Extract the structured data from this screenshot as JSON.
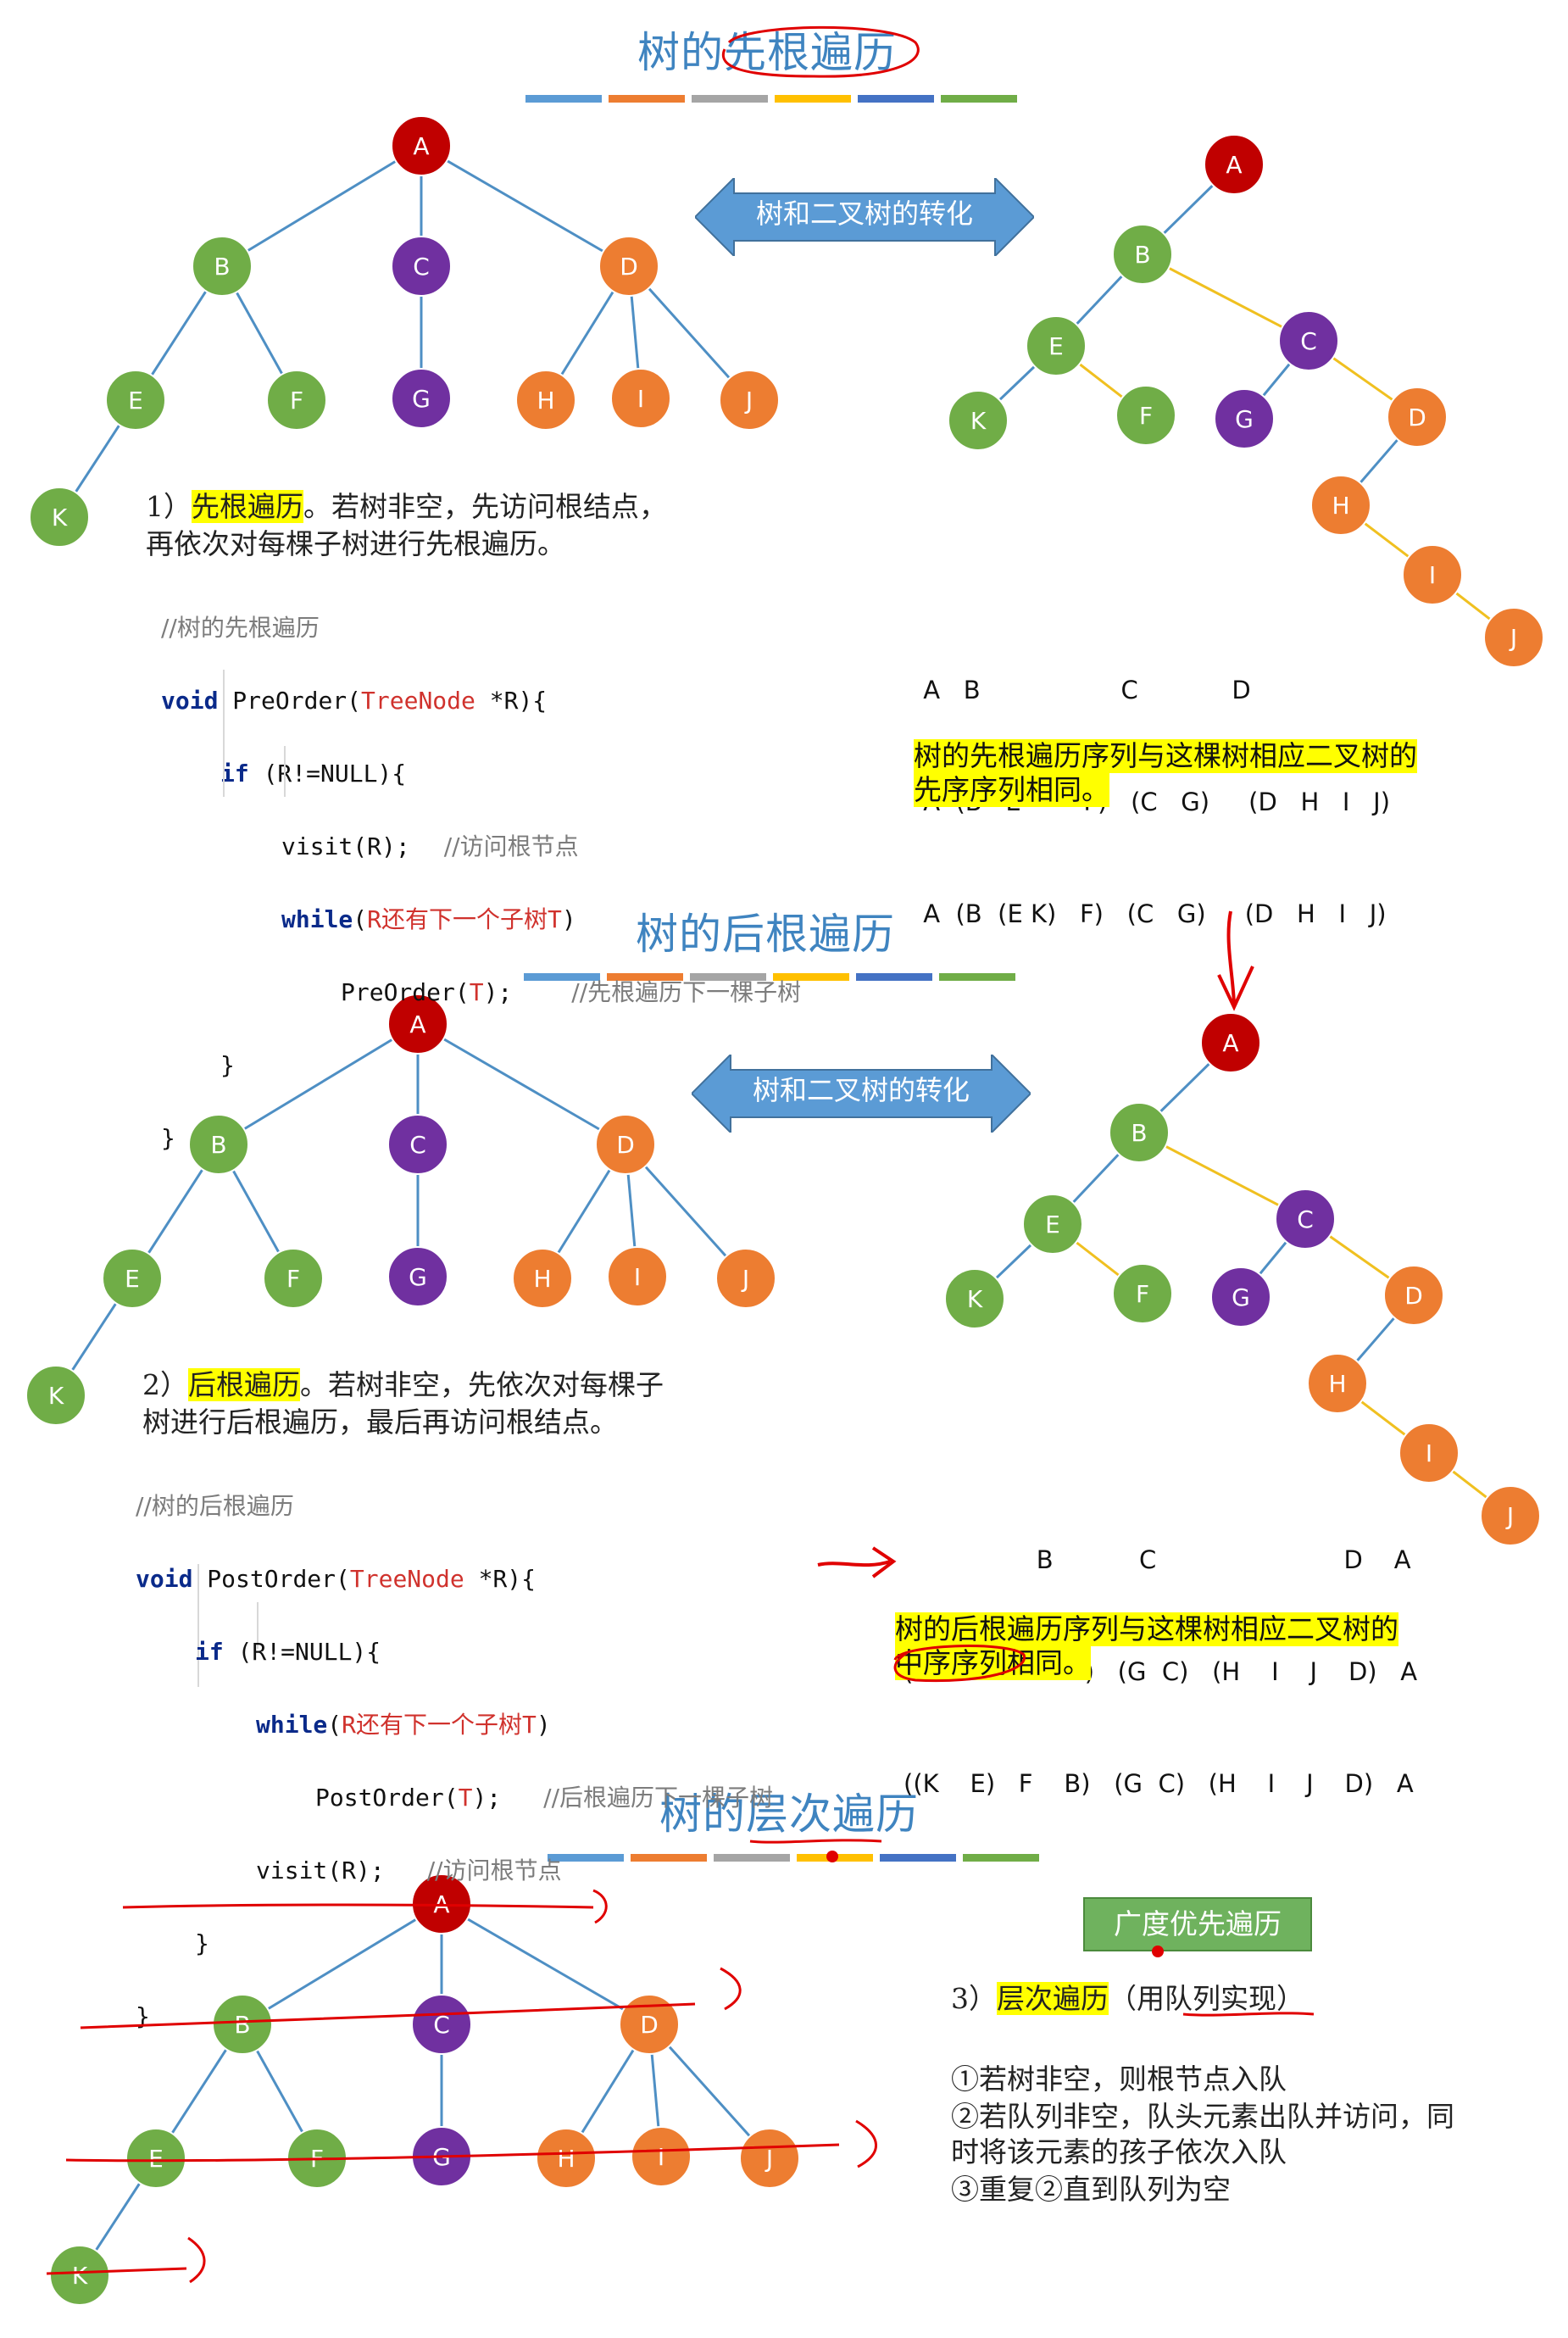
{
  "colors": {
    "node_A": "#c00000",
    "node_B": "#70ad47",
    "node_C": "#7030a0",
    "node_D": "#ed7d31",
    "edge_tree": "#4e8fc4",
    "edge_binary_sibling": "#f0c020",
    "title": "#3f84c0",
    "highlight": "#ffff00",
    "ink": "#e00000",
    "palette_bar": [
      "#5b9bd5",
      "#ed7d31",
      "#a5a5a5",
      "#ffc000",
      "#4472c4",
      "#70ad47"
    ]
  },
  "sections": {
    "preorder": {
      "title": "树的先根遍历",
      "conversion_label": "树和二叉树的转化",
      "desc_num": "1）",
      "desc_hl": "先根遍历",
      "desc_rest1": "。若树非空，先访问根结点，",
      "desc_line2": "再依次对每棵子树进行先根遍历。",
      "code": {
        "comment_title": "//树的先根遍历",
        "kw_void": "void",
        "fn": " PreOrder(",
        "type": "TreeNode",
        "params": " *R){",
        "kw_if": "if",
        "cond": " (R!=NULL){",
        "visit": "visit(R);",
        "visit_comment": "//访问根节点",
        "kw_while": "while",
        "while_open": "(",
        "while_cond": "R还有下一个子树T",
        "while_close": ")",
        "recurse": "PreOrder(",
        "recurse_arg": "T",
        "recurse_end": ");",
        "recurse_comment": "//先根遍历下一棵子树",
        "close_inner": "}",
        "close_outer": "}"
      },
      "sequence_lines": [
        " A   B                  C            D",
        " A  (B   E        F)   (C   G)     (D   H   I   J)",
        " A  (B  (E K)   F)   (C   G)     (D   H   I   J)"
      ],
      "note_line1": "树的先根遍历序列与这棵树相应二叉树的",
      "note_line2": "先序序列相同。"
    },
    "postorder": {
      "title": "树的后根遍历",
      "conversion_label": "树和二叉树的转化",
      "desc_num": "2）",
      "desc_hl": "后根遍历",
      "desc_rest1": "。若树非空，先依次对每棵子",
      "desc_line2": "树进行后根遍历，最后再访问根结点。",
      "code": {
        "comment_title": "//树的后根遍历",
        "kw_void": "void",
        "fn": " PostOrder(",
        "type": "TreeNode",
        "params": " *R){",
        "kw_if": "if",
        "cond": " (R!=NULL){",
        "kw_while": "while",
        "while_open": "(",
        "while_cond": "R还有下一个子树T",
        "while_close": ")",
        "recurse": "PostOrder(",
        "recurse_arg": "T",
        "recurse_end": ");",
        "recurse_comment": "//后根遍历下一棵子树",
        "visit": "visit(R);",
        "visit_comment": "//访问根节点",
        "close_inner": "}",
        "close_outer": "}"
      },
      "sequence_lines": [
        "                 B           C                        D    A",
        "(        E    F    B)   (G  C)   (H    I    J    D)   A",
        "((K    E)   F    B)   (G  C)   (H    I    J    D)   A"
      ],
      "note_line1": "树的后根遍历序列与这棵树相应二叉树的",
      "note_line2_hl": "中序序列",
      "note_line2_rest": "相同。"
    },
    "levelorder": {
      "title": "树的层次遍历",
      "bfs_label": "广度优先遍历",
      "desc_num": "3）",
      "desc_hl": "层次遍历",
      "desc_rest": "（用队列实现）",
      "steps": [
        "①若树非空，则根节点入队",
        "②若队列非空，队头元素出队并访问，同",
        "时将该元素的孩子依次入队",
        "③重复②直到队列为空"
      ]
    }
  },
  "tree_nodes": [
    "A",
    "B",
    "C",
    "D",
    "E",
    "F",
    "G",
    "H",
    "I",
    "J",
    "K"
  ]
}
